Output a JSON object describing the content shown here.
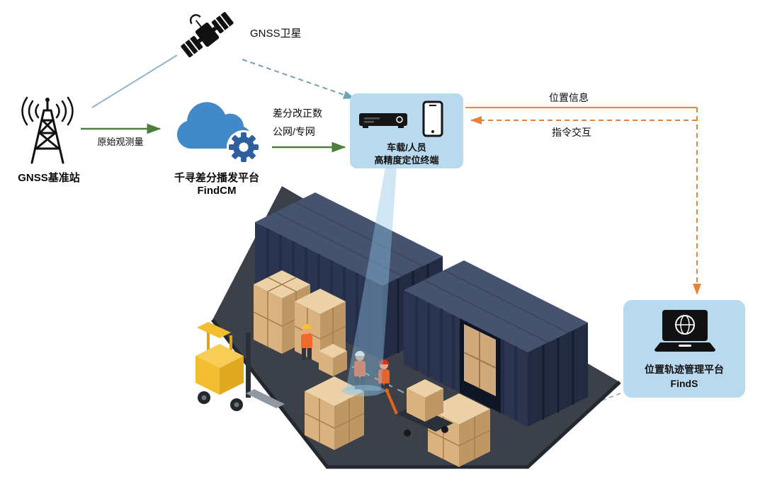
{
  "nodes": {
    "satellite": {
      "label": "GNSS卫星"
    },
    "base_station": {
      "label": "GNSS基准站"
    },
    "cloud": {
      "title": "千寻差分播发平台",
      "subtitle": "FindCM"
    },
    "terminal": {
      "line1": "车载/人员",
      "line2": "高精度定位终端"
    },
    "platform": {
      "title": "位置轨迹管理平台",
      "subtitle": "FindS"
    }
  },
  "edges": {
    "raw_observation": "原始观测量",
    "correction_line1": "差分改正数",
    "correction_line2": "公网/专网",
    "position_info": "位置信息",
    "command_interaction": "指令交互"
  },
  "colors": {
    "node_bg": "#b9d9ee",
    "green_arrow": "#4e7d3c",
    "orange_arrow": "#e8813a",
    "satellite_link": "#6fa3b5",
    "cloud_blue": "#4289ca",
    "gear_blue": "#2e5f9f",
    "container_navy": "#2b3550",
    "platform_gray": "#3b4049",
    "box_tan": "#d9b27f"
  }
}
